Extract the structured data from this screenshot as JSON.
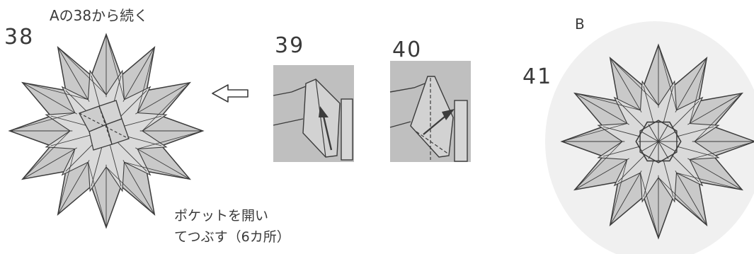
{
  "header": {
    "continue_note": "Aの38から続く",
    "section_b": "B"
  },
  "steps": [
    {
      "number": "38"
    },
    {
      "number": "39"
    },
    {
      "number": "40"
    },
    {
      "number": "41"
    }
  ],
  "caption": {
    "line1": "ポケットを開い",
    "line2": "てつぶす（6カ所）"
  },
  "colors": {
    "paper": "#c9c9c9",
    "paper_light": "#dadada",
    "ink": "#3c3c3c",
    "panel": "#bfbfbf",
    "halo": "#f0f0f0"
  },
  "icons": {
    "arrow": "hollow-left-arrow"
  }
}
